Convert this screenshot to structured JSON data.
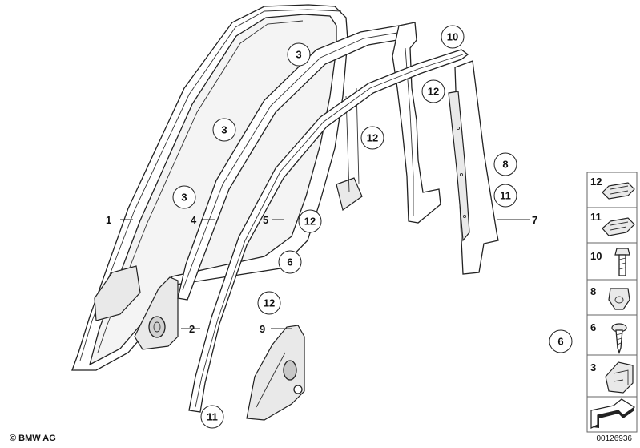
{
  "diagram": {
    "part_labels": {
      "p1": "1",
      "p2": "2",
      "p4": "4",
      "p5": "5",
      "p7": "7",
      "p9": "9"
    },
    "circled_labels": {
      "c3a": "3",
      "c3b": "3",
      "c3c": "3",
      "c10": "10",
      "c12a": "12",
      "c12b": "12",
      "c12c": "12",
      "c12d": "12",
      "c8": "8",
      "c11a": "11",
      "c11b": "11",
      "c6a": "6",
      "c6b": "6"
    },
    "fastener_panel": [
      {
        "label": "12",
        "icon": "clip-icon"
      },
      {
        "label": "11",
        "icon": "clip-icon"
      },
      {
        "label": "10",
        "icon": "bolt-icon"
      },
      {
        "label": "8",
        "icon": "nut-icon"
      },
      {
        "label": "6",
        "icon": "screw-icon"
      },
      {
        "label": "3",
        "icon": "clip-icon"
      },
      {
        "label": "",
        "icon": "arrow-icon"
      }
    ]
  },
  "footer": {
    "copyright": "© BMW AG",
    "diagram_number": "00126936"
  }
}
